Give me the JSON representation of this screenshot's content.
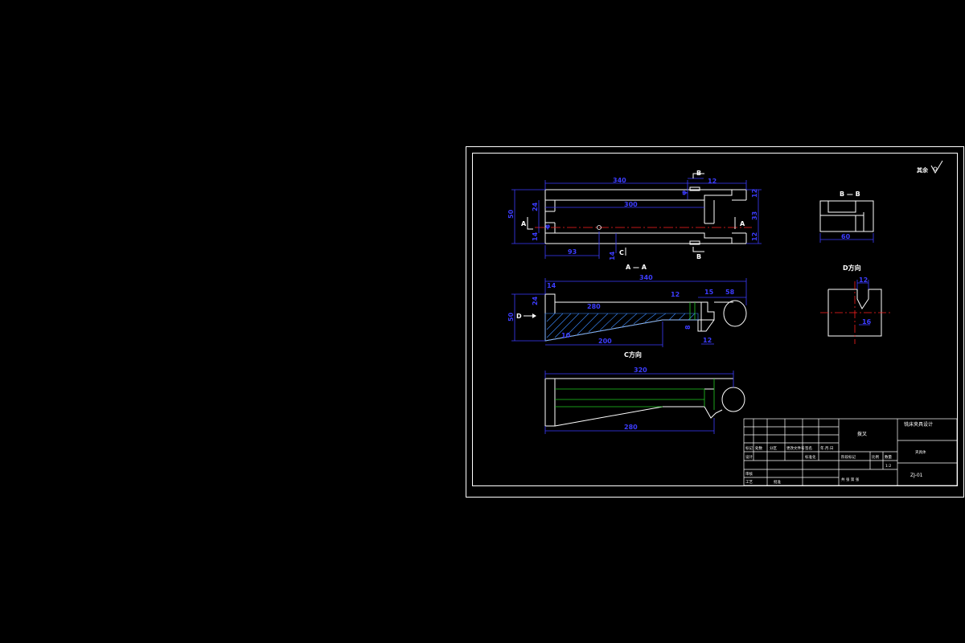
{
  "colors": {
    "background": "#000000",
    "outline": "#ffffff",
    "dimension": "#3c3cff",
    "centerline": "#ff2020",
    "hidden": "#22cc22",
    "hatch": "#3c8cff"
  },
  "drawing": {
    "roughness_note": "其余",
    "top_view": {
      "dims": {
        "overall_len": "340",
        "inner_len": "300",
        "left_seg": "93",
        "slot_w": "12",
        "height_total": "50",
        "height_inner": "24",
        "left_small": "14",
        "center_small": "14",
        "right_top": "12",
        "right_mid": "33",
        "right_bot": "12",
        "hole": "φ",
        "bore": "φ"
      },
      "markers": {
        "a_left": "A",
        "a_right": "A",
        "b_top": "B",
        "b_bottom": "B",
        "c": "C"
      }
    },
    "section_aa": {
      "title": "A — A",
      "dims": {
        "overall_len": "340",
        "height": "50",
        "left_thick": "14",
        "left_top": "24",
        "rib": "280",
        "slot_top": "12",
        "right_a": "15",
        "right_b": "58",
        "bottom_len": "200",
        "small_left": "10",
        "small_right": "12",
        "inner_v": "8"
      },
      "arrow_label": "D"
    },
    "view_c": {
      "title": "C方向",
      "dims": {
        "top_len": "320",
        "bottom_len": "280"
      }
    },
    "section_bb": {
      "title": "B — B",
      "dims": {
        "width": "60"
      }
    },
    "view_d": {
      "title": "D方向",
      "dims": {
        "slot": "12",
        "depth": "16"
      }
    },
    "title_block": {
      "part_name": "拨叉",
      "company": "铣床夹具设计",
      "sub_title": "夹具体",
      "drawing_no": "ZJ-01",
      "scale": "1:2",
      "col_scale": "比例",
      "col_qty": "数量",
      "row_mark": "标记",
      "row_zone": "处数",
      "row_file": "分区",
      "row_change": "更改文件号",
      "row_sign": "签名",
      "row_date": "年.月.日",
      "row_design": "设计",
      "row_standard": "标准化",
      "row_check": "审核",
      "row_process": "工艺",
      "row_approve": "批准",
      "stage_mark": "阶段标记",
      "sheet_info": "共 张 第 张"
    }
  }
}
